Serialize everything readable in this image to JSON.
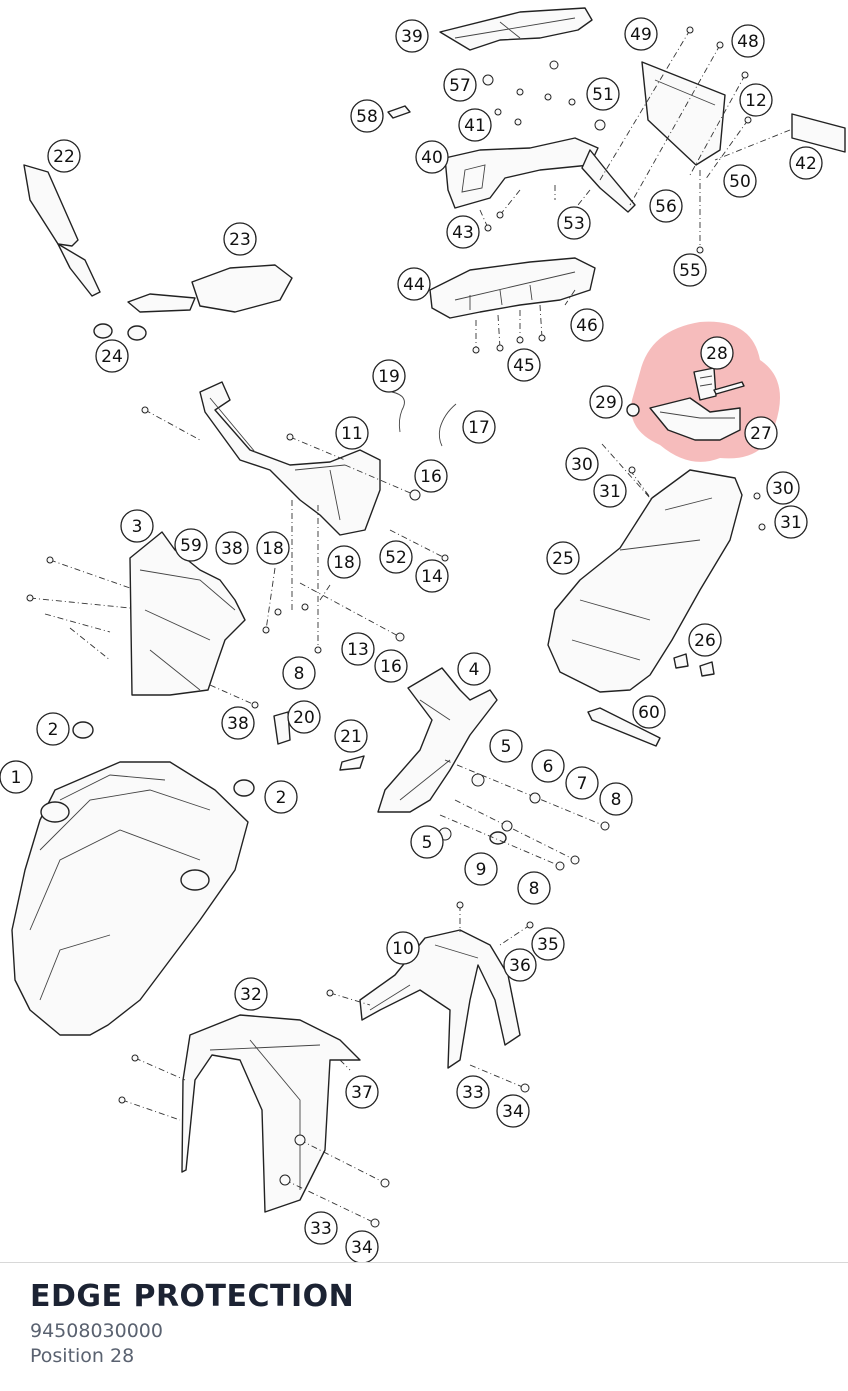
{
  "part": {
    "title": "EDGE PROTECTION",
    "number": "94508030000",
    "position_label": "Position",
    "position_value": "28"
  },
  "diagram": {
    "highlighted_callout": "28",
    "highlight_color": "#e85050",
    "callouts": [
      "39",
      "49",
      "48",
      "57",
      "51",
      "58",
      "41",
      "12",
      "42",
      "40",
      "50",
      "56",
      "53",
      "43",
      "55",
      "22",
      "23",
      "44",
      "46",
      "45",
      "24",
      "28",
      "19",
      "29",
      "27",
      "11",
      "17",
      "16",
      "30",
      "31",
      "30",
      "31",
      "3",
      "59",
      "38",
      "18",
      "18",
      "52",
      "14",
      "25",
      "13",
      "16",
      "8",
      "26",
      "38",
      "20",
      "4",
      "60",
      "2",
      "21",
      "5",
      "6",
      "7",
      "8",
      "1",
      "2",
      "5",
      "9",
      "8",
      "10",
      "35",
      "36",
      "32",
      "37",
      "33",
      "34",
      "33",
      "34"
    ]
  }
}
